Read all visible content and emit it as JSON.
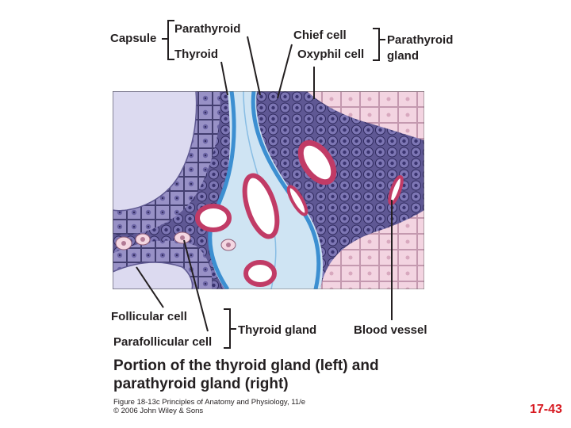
{
  "labels": {
    "capsule": "Capsule",
    "parathyroid": "Parathyroid",
    "thyroid": "Thyroid",
    "chief_cell": "Chief cell",
    "oxyphil_cell": "Oxyphil cell",
    "parathyroid_gland_1": "Parathyroid",
    "parathyroid_gland_2": "gland",
    "follicular_cell": "Follicular cell",
    "parafollicular_cell": "Parafollicular cell",
    "thyroid_gland": "Thyroid gland",
    "blood_vessel": "Blood vessel"
  },
  "caption": {
    "line1": "Portion of the thyroid gland (left) and",
    "line2": "parathyroid gland (right)"
  },
  "credit": {
    "line1": "Figure 18-13c  Principles of Anatomy and Physiology, 11/e",
    "line2": "© 2006 John Wiley & Sons"
  },
  "slide_number": "17-43",
  "colors": {
    "colloid": "#dcdaf0",
    "follicle_cells": "#9a93c6",
    "capsule_light": "#cfe4f3",
    "capsule_blue": "#3c8fd1",
    "parathyroid_dark": "#615a97",
    "oxyphil_pink": "#f2d0de",
    "vessel_wall": "#c13b66",
    "slide_number": "#d71920"
  }
}
